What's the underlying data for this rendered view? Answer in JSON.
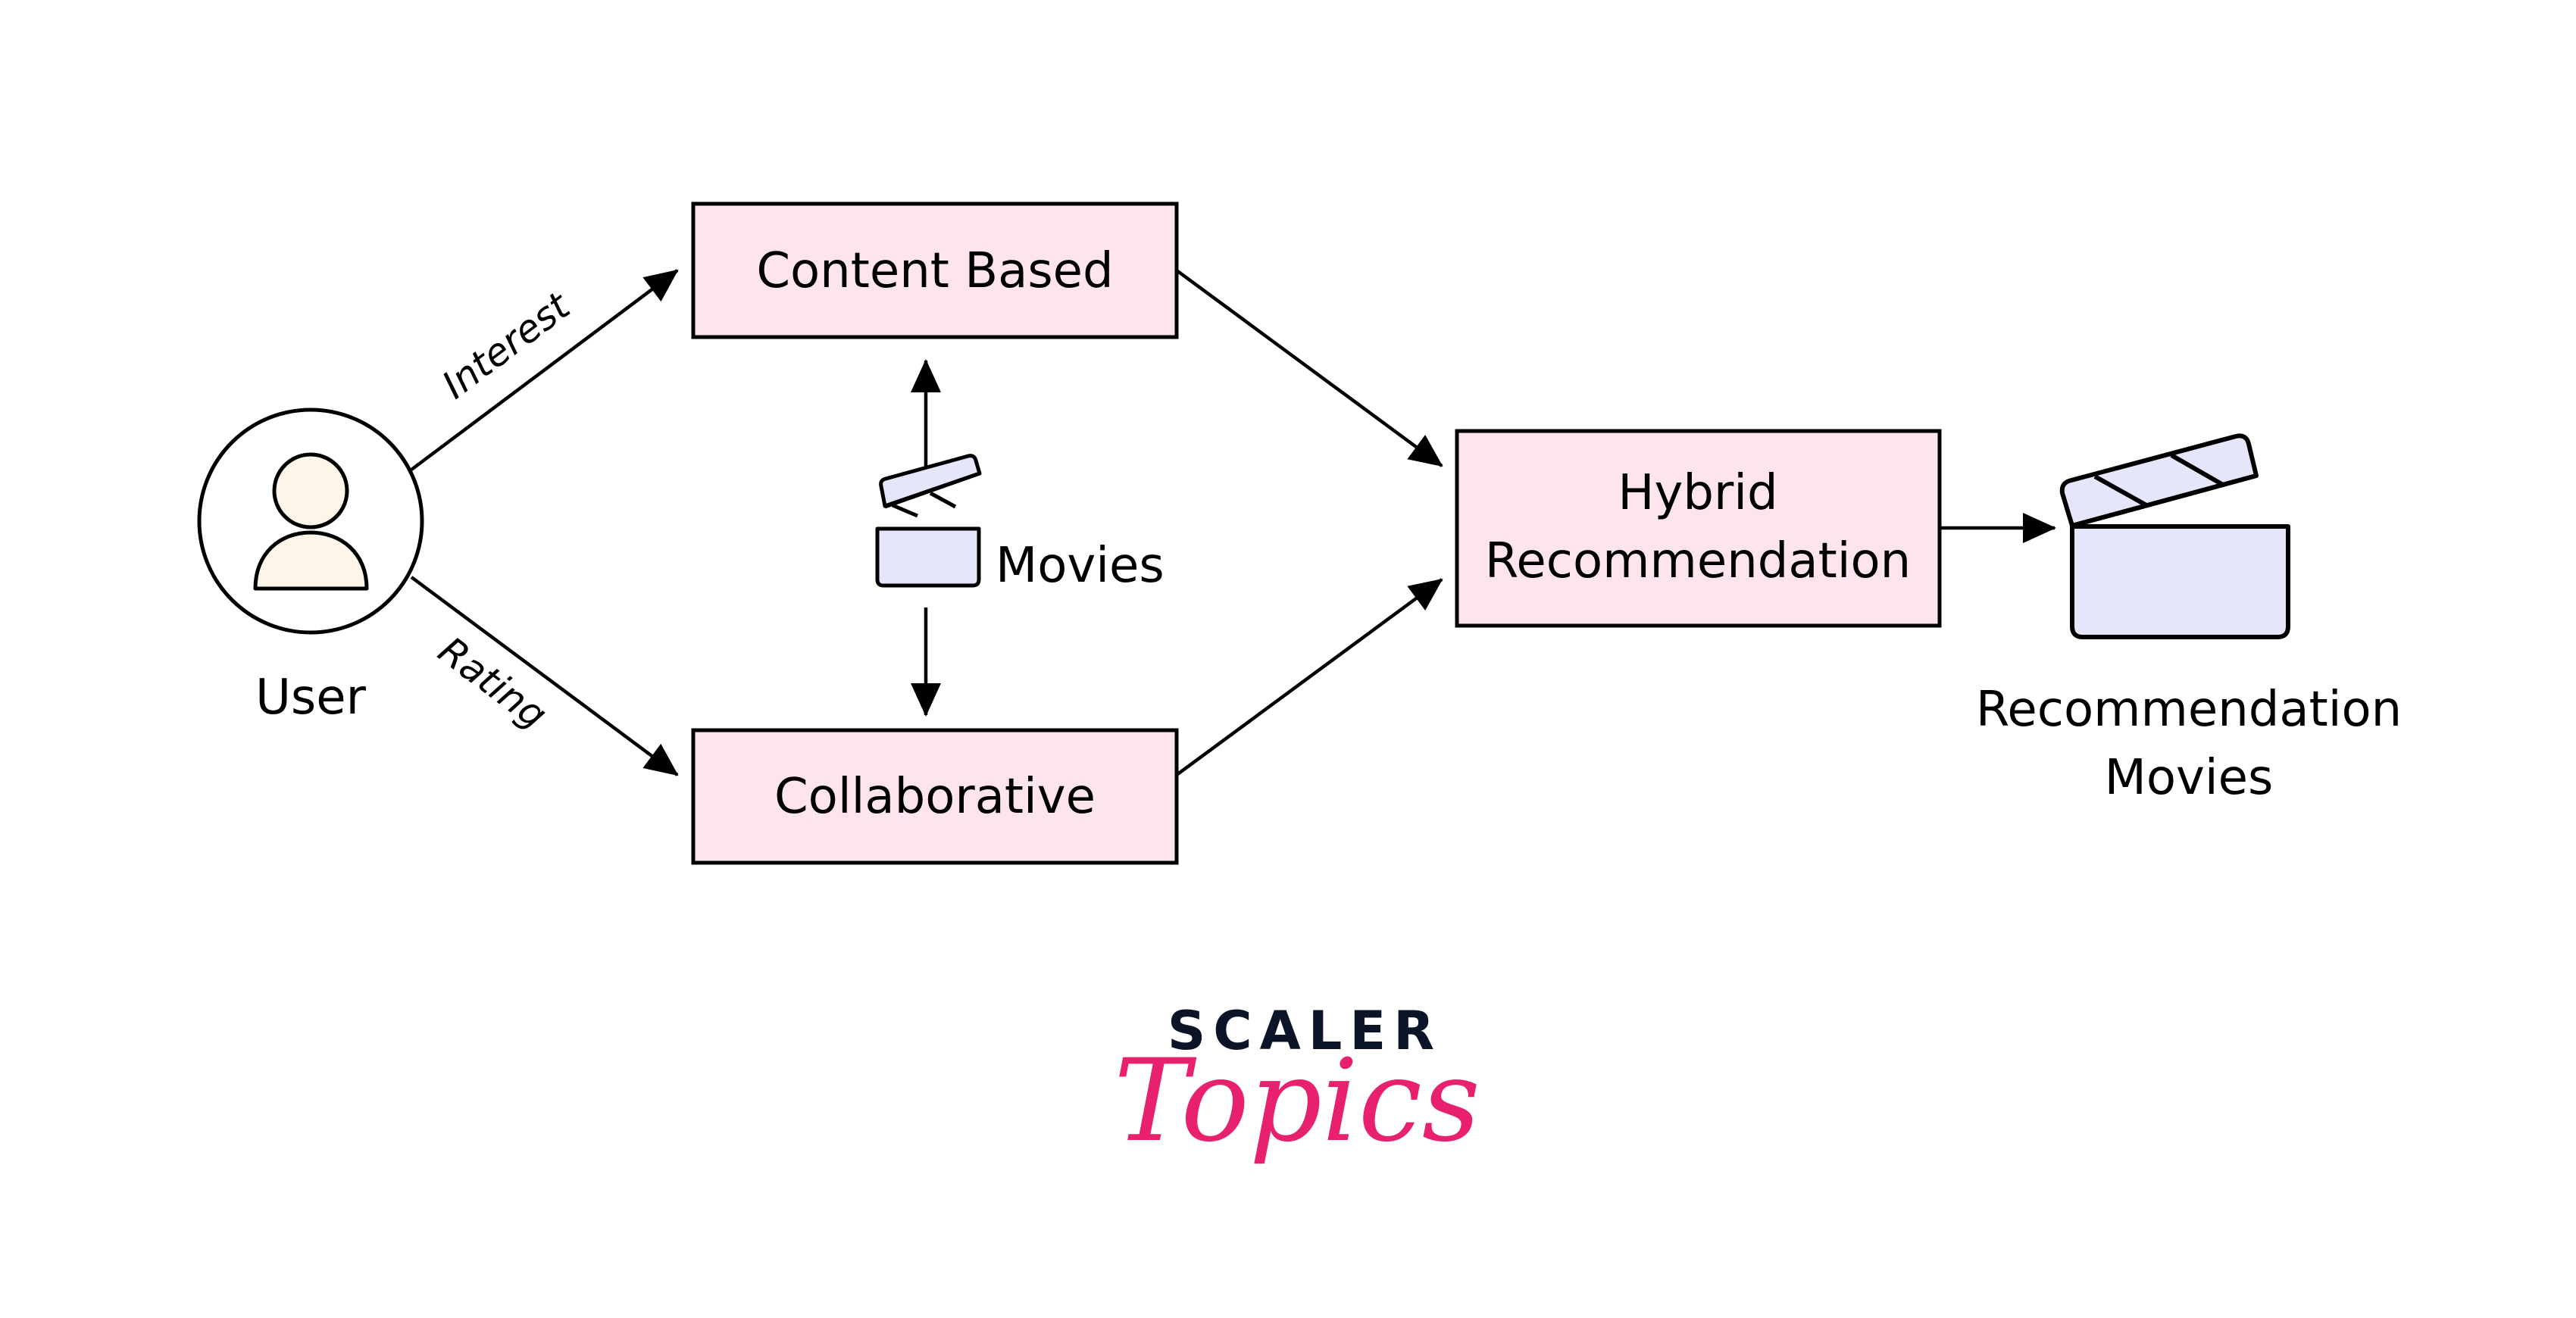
{
  "diagram": {
    "title": "Hybrid Recommendation System",
    "nodes": {
      "user": {
        "label": "User",
        "icon": "user-icon"
      },
      "content_based": {
        "label": "Content Based"
      },
      "collaborative": {
        "label": "Collaborative"
      },
      "movies": {
        "label": "Movies",
        "icon": "clapperboard-icon"
      },
      "hybrid": {
        "line1": "Hybrid",
        "line2": "Recommendation"
      },
      "recommendation_movies": {
        "line1": "Recommendation",
        "line2": "Movies",
        "icon": "clapperboard-icon"
      }
    },
    "edges": {
      "interest": {
        "label": "Interest",
        "from": "User",
        "to": "Content Based"
      },
      "rating": {
        "label": "Rating",
        "from": "User",
        "to": "Collaborative"
      },
      "movies_to_content": {
        "from": "Movies",
        "to": "Content Based"
      },
      "movies_to_collab": {
        "from": "Movies",
        "to": "Collaborative"
      },
      "content_to_hybrid": {
        "from": "Content Based",
        "to": "Hybrid Recommendation"
      },
      "collab_to_hybrid": {
        "from": "Collaborative",
        "to": "Hybrid Recommendation"
      },
      "hybrid_to_output": {
        "from": "Hybrid Recommendation",
        "to": "Recommendation Movies"
      }
    },
    "colors": {
      "box_fill": "#fde4ef",
      "clapper_fill": "#e6e6fb",
      "user_fill": "#fdf5e8",
      "stroke": "#000000"
    }
  },
  "logo": {
    "top": "SCALER",
    "bottom": "Topics",
    "top_color": "#0c1427",
    "bottom_color": "#e8216f"
  }
}
